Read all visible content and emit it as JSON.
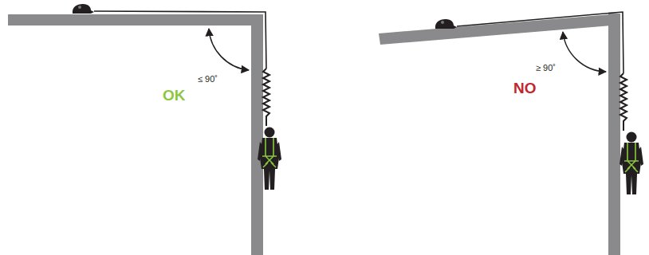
{
  "diagram": {
    "labels": [
      "≤ 90˚",
      "OK",
      "≥ 90˚",
      "NO"
    ]
  }
}
